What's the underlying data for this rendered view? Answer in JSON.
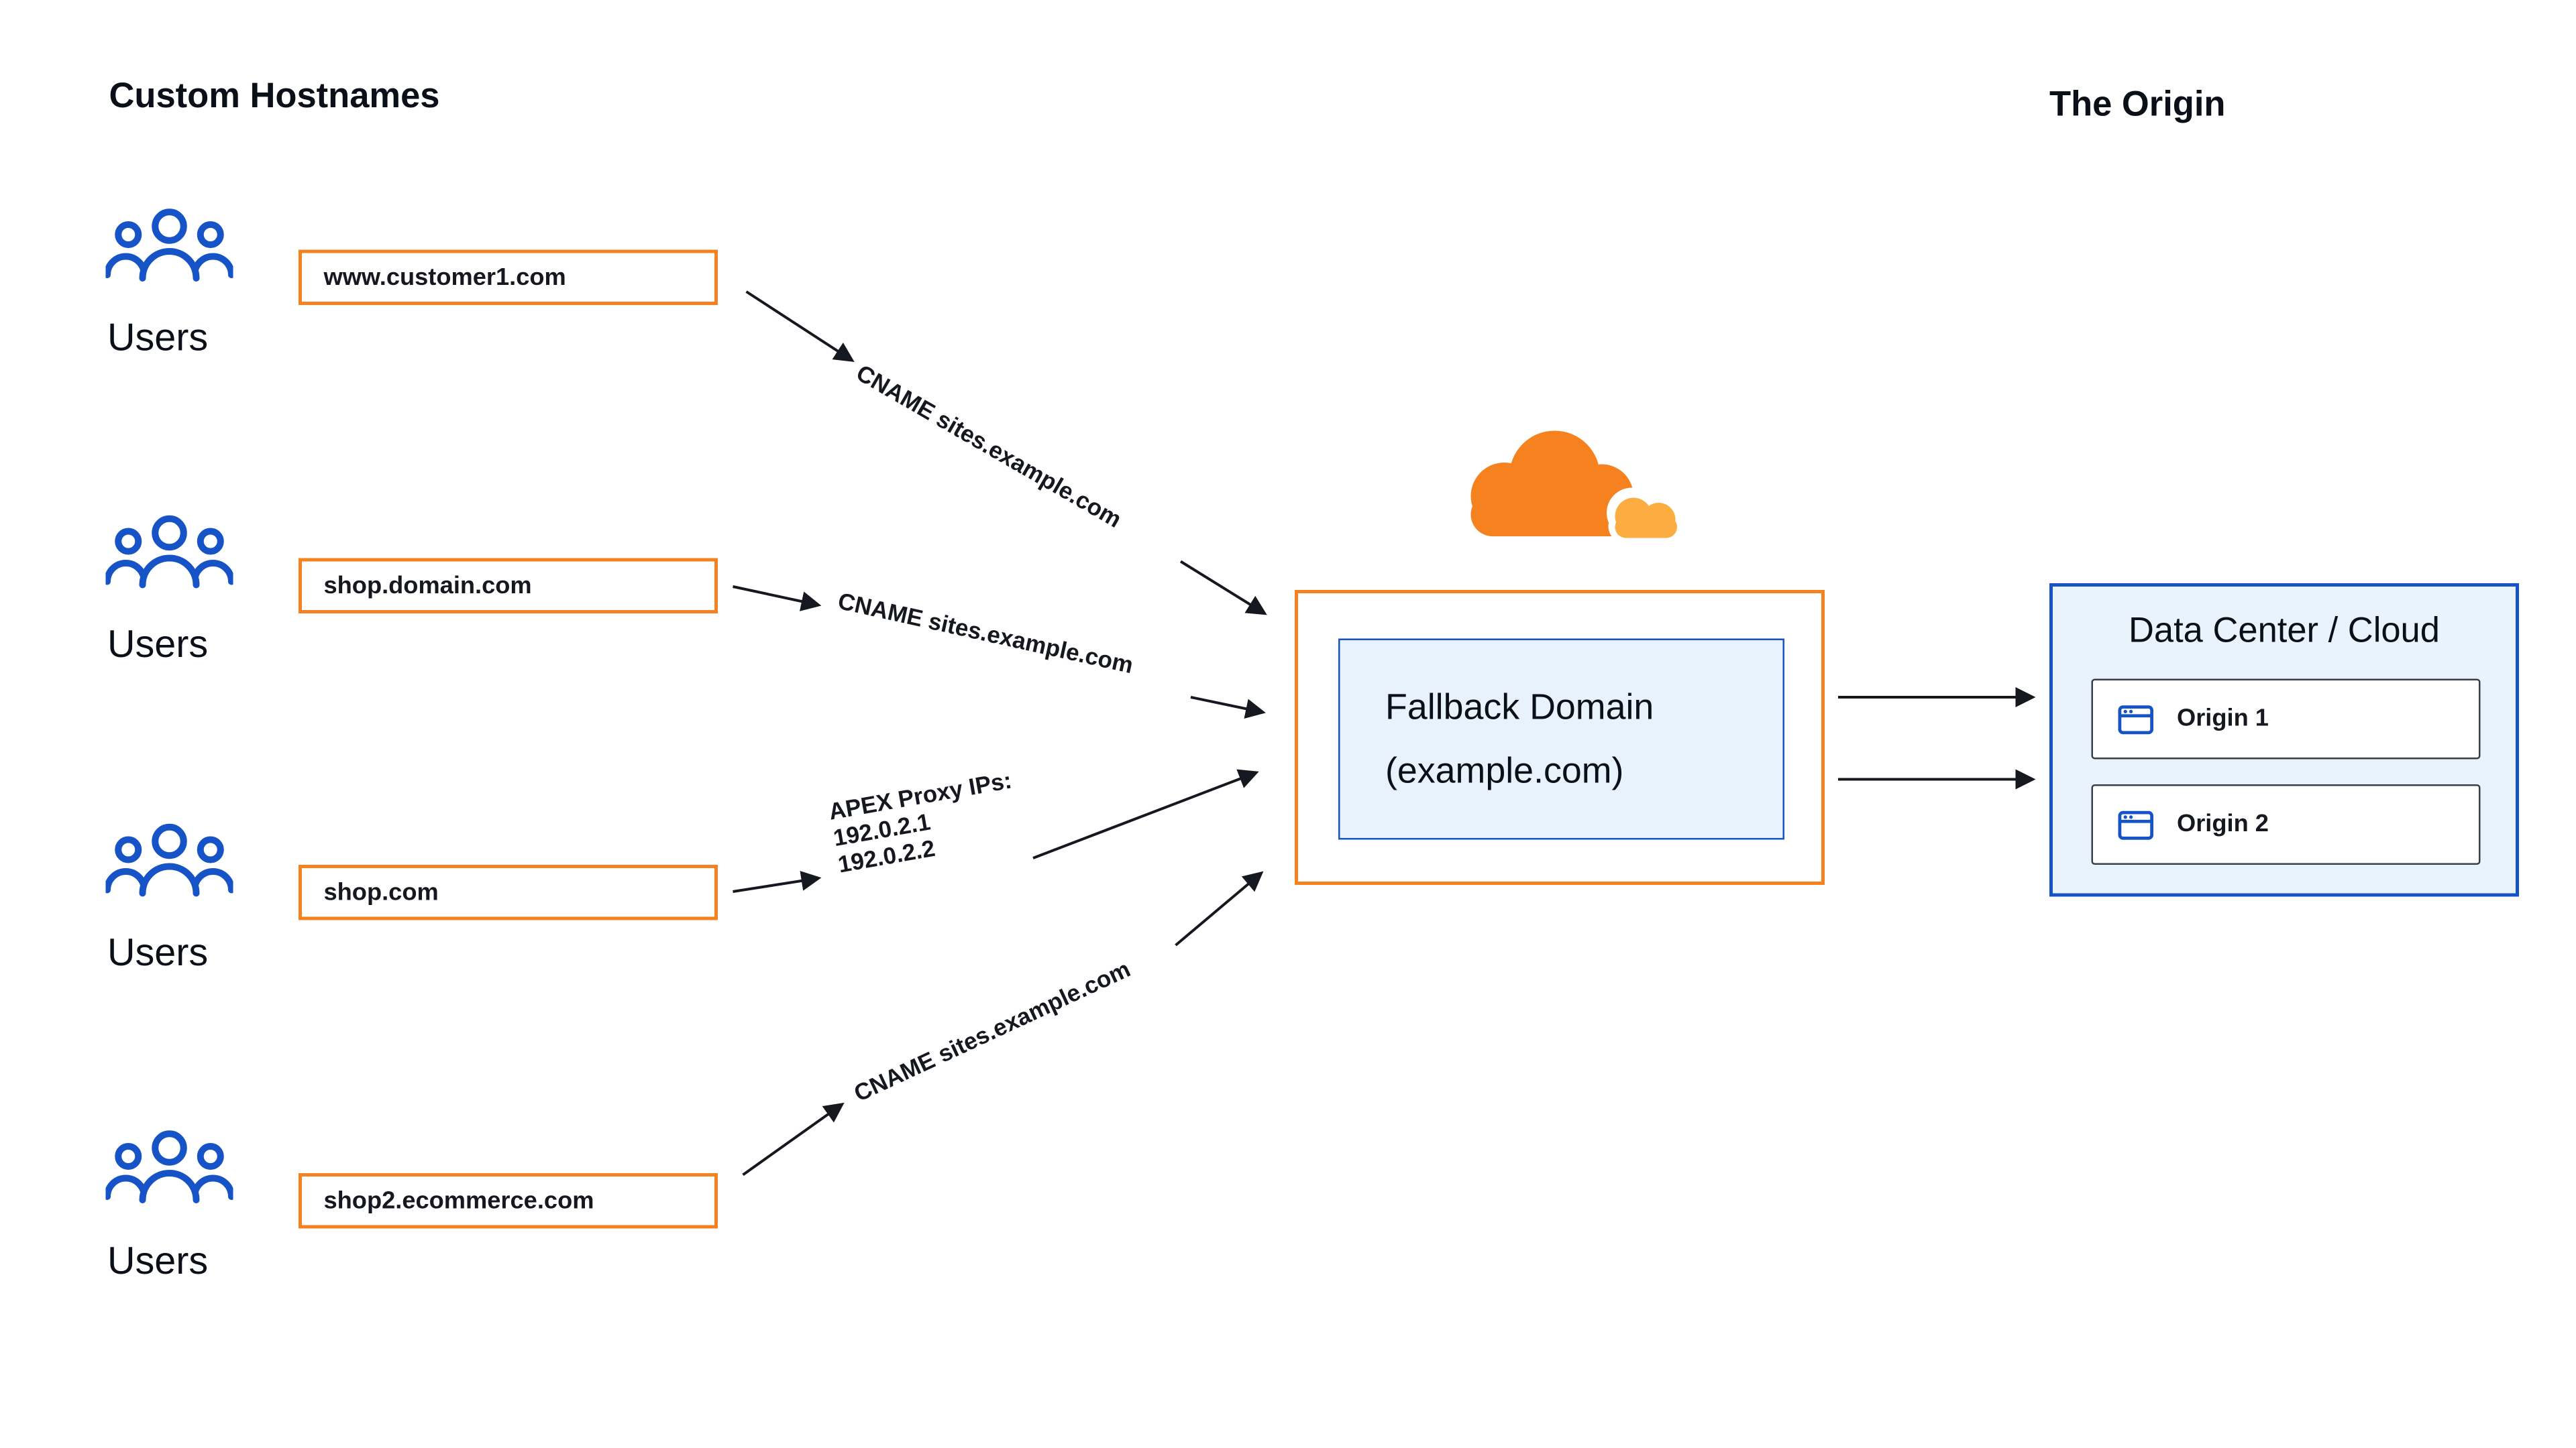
{
  "titles": {
    "left": "Custom Hostnames",
    "right": "The Origin"
  },
  "rows": [
    {
      "users_label": "Users",
      "hostname": "www.customer1.com"
    },
    {
      "users_label": "Users",
      "hostname": "shop.domain.com"
    },
    {
      "users_label": "Users",
      "hostname": "shop.com"
    },
    {
      "users_label": "Users",
      "hostname": "shop2.ecommerce.com"
    }
  ],
  "connections": [
    {
      "label": "CNAME sites.example.com"
    },
    {
      "label": "CNAME sites.example.com"
    },
    {
      "lines": [
        "APEX Proxy IPs:",
        "192.0.2.1",
        "192.0.2.2"
      ]
    },
    {
      "label": "CNAME sites.example.com"
    }
  ],
  "fallback": {
    "line1": "Fallback Domain",
    "line2": "(example.com)"
  },
  "origin_panel": {
    "title": "Data Center / Cloud",
    "items": [
      {
        "label": "Origin 1"
      },
      {
        "label": "Origin 2"
      }
    ]
  },
  "colors": {
    "orange": "#F6821F",
    "orange_light": "#FBAD41",
    "blue": "#1553C6",
    "panel_bg": "#E9F3FB",
    "arrow": "#15191F"
  }
}
